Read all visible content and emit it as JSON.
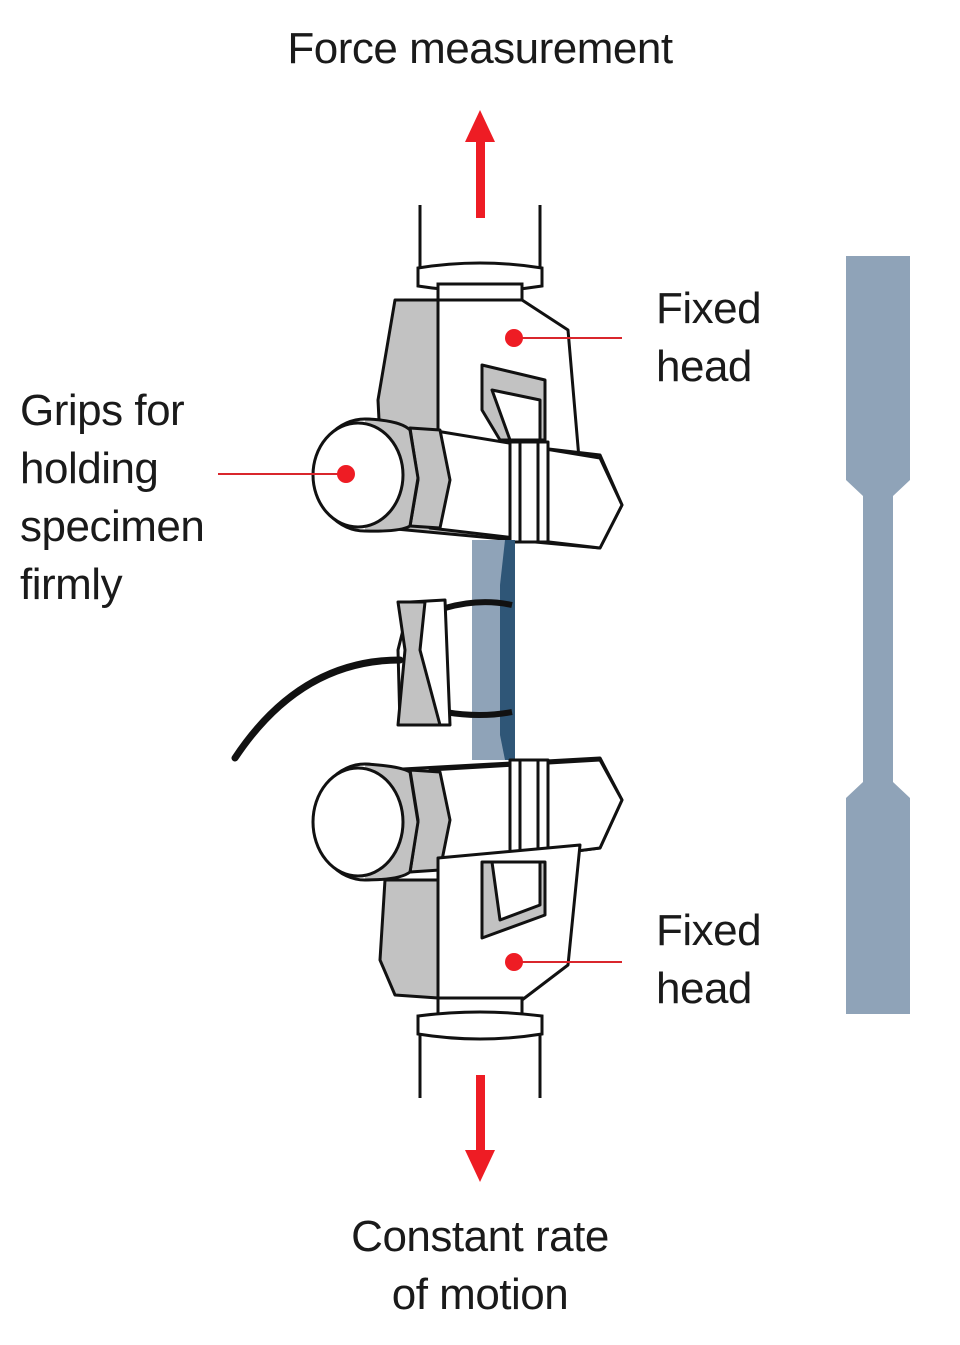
{
  "title": "Force measurement",
  "bottom_caption": [
    "Constant rate",
    "of motion"
  ],
  "labels": {
    "grips": [
      "Grips for",
      "holding",
      "specimen",
      "firmly"
    ],
    "top_head": [
      "Fixed",
      "head"
    ],
    "bottom_head": [
      "Fixed",
      "head"
    ]
  },
  "colors": {
    "arrow": "#ee1c24",
    "leader_line": "#d9262c",
    "specimen": "#8fa3b8",
    "specimen_dark": "#2f5677",
    "machine_fill": "#c2c2c2",
    "machine_light": "#ffffff",
    "outline": "#111111"
  },
  "icons": [
    "up-arrow-icon",
    "down-arrow-icon",
    "extensometer-icon",
    "dogbone-specimen-icon"
  ]
}
